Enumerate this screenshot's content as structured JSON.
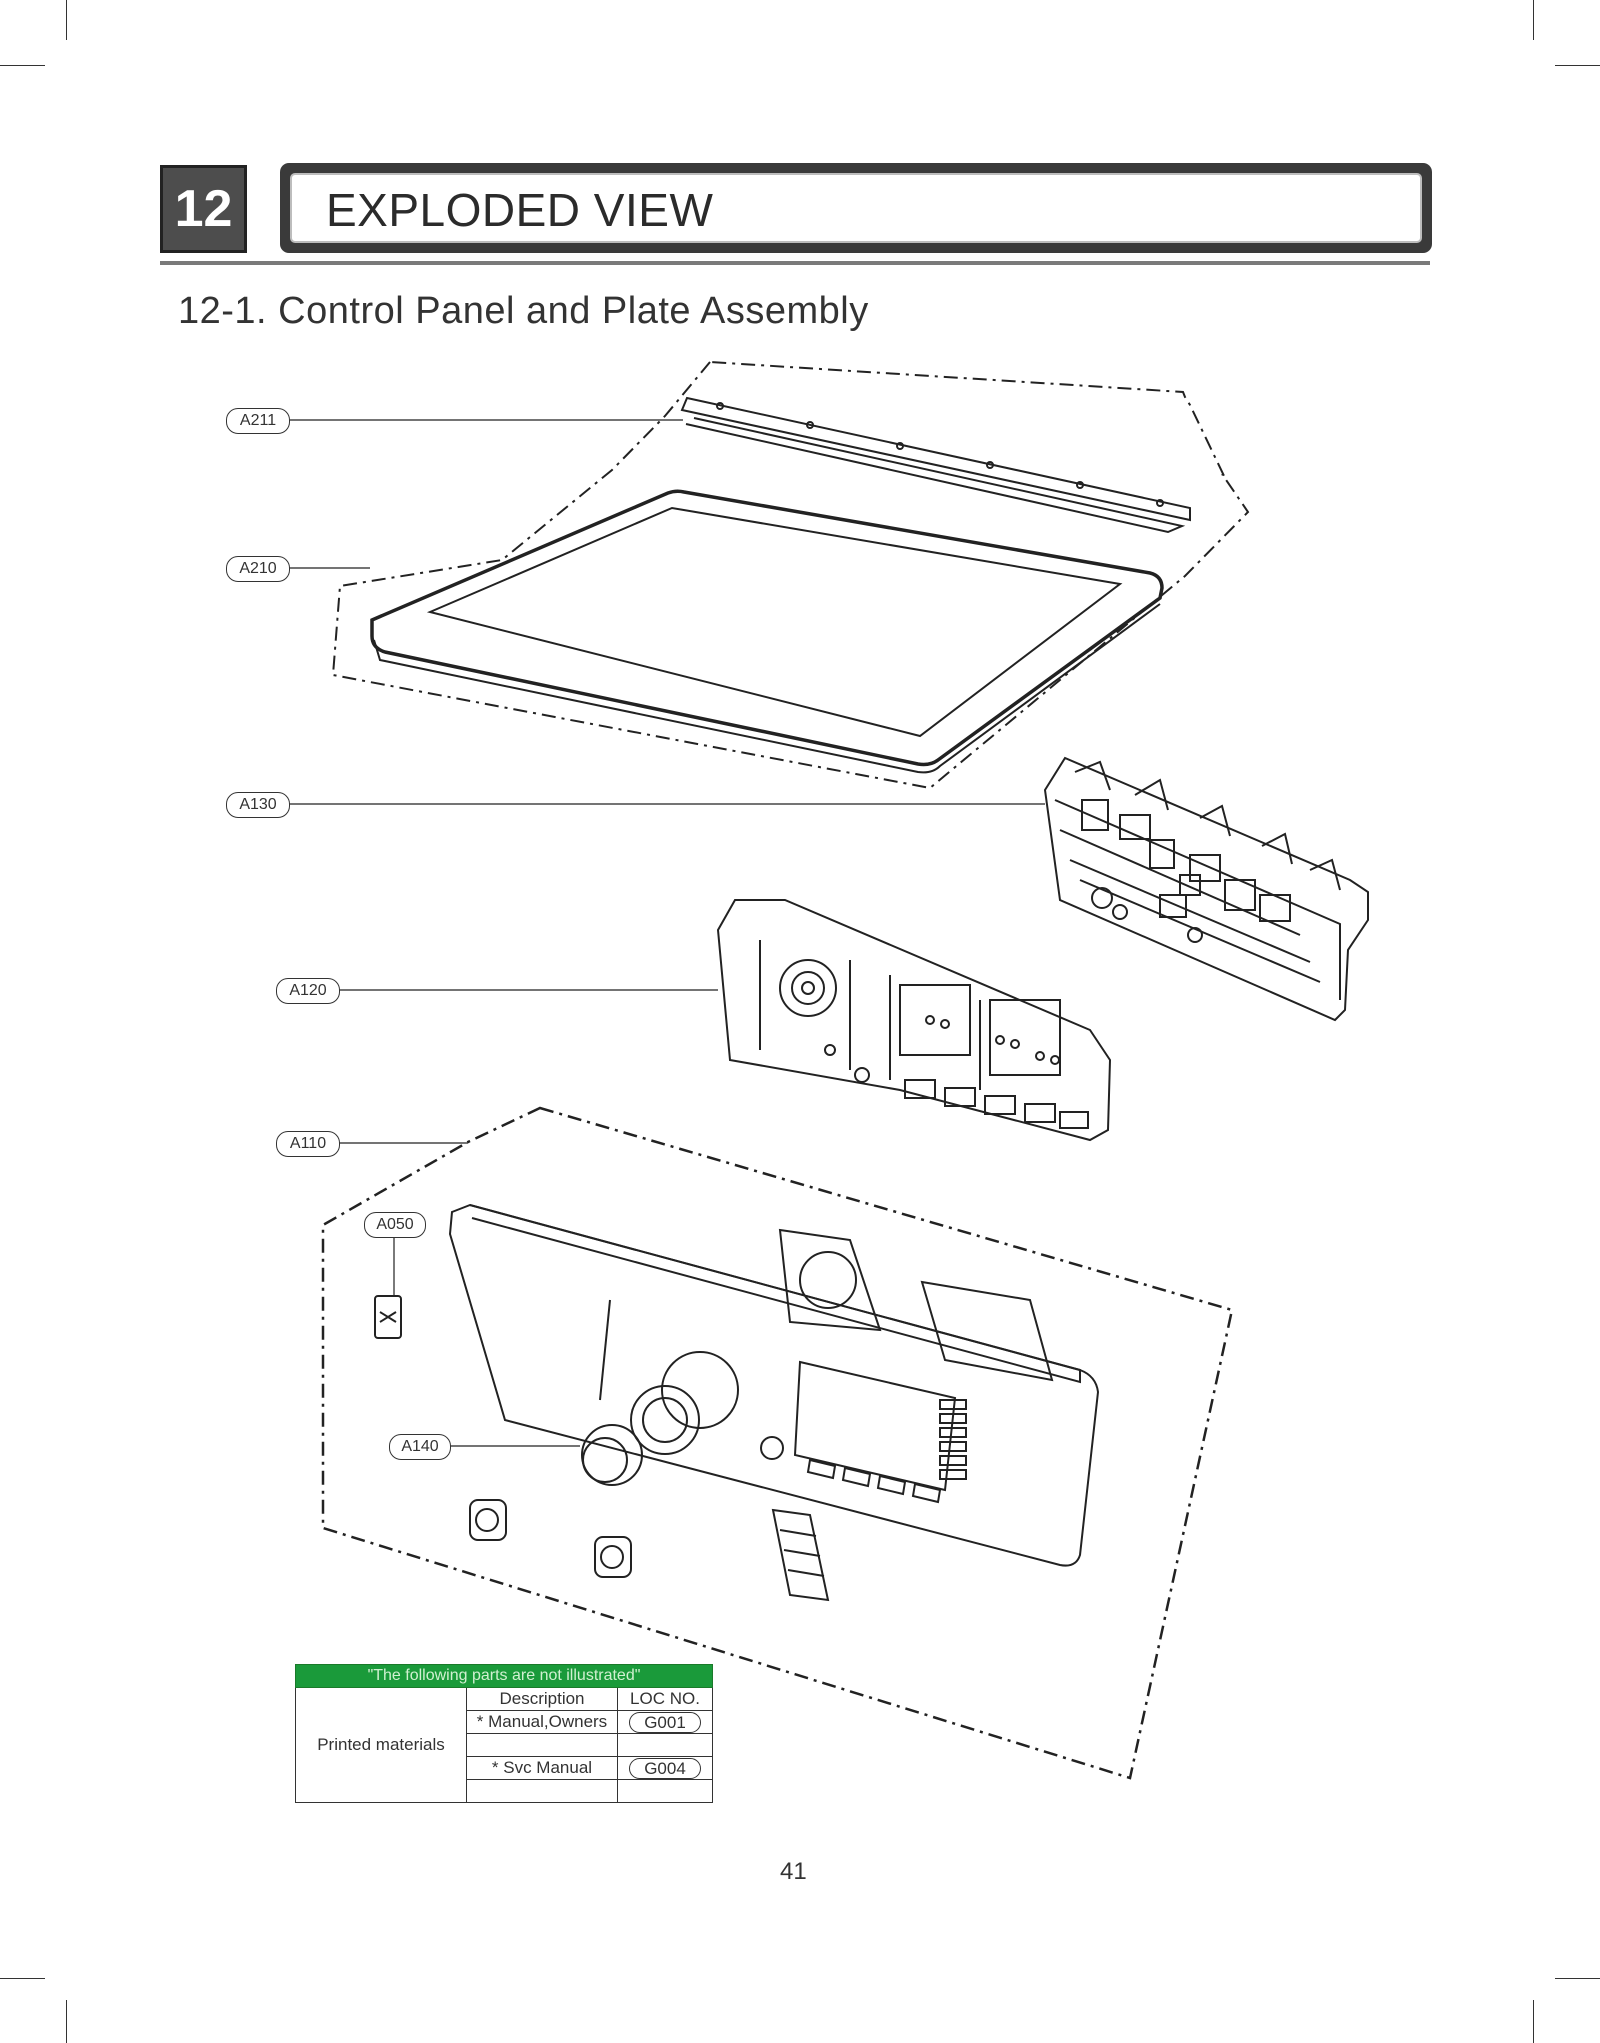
{
  "chapter": {
    "number": "12",
    "title": "EXPLODED VIEW"
  },
  "section_title": "12-1. Control Panel and Plate Assembly",
  "callouts": {
    "a211": "A211",
    "a210": "A210",
    "a130": "A130",
    "a120": "A120",
    "a110": "A110",
    "a050": "A050",
    "a140": "A140"
  },
  "not_illustrated": {
    "header": "\"The following parts are not illustrated\"",
    "col_description": "Description",
    "col_loc": "LOC NO.",
    "group_label": "Printed materials",
    "rows": [
      {
        "description": "* Manual,Owners",
        "loc": "G001"
      },
      {
        "description": "* Svc Manual",
        "loc": "G004"
      }
    ]
  },
  "page_number": "41"
}
